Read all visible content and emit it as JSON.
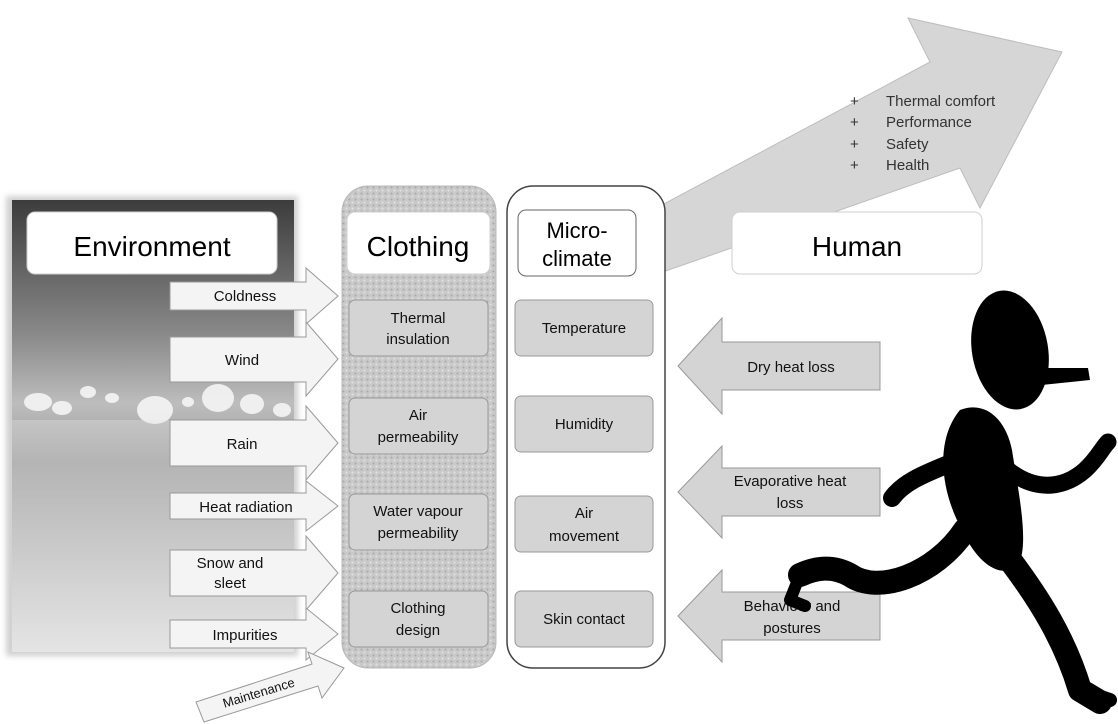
{
  "nodes": {
    "environment": "Environment",
    "clothing": "Clothing",
    "microclimate_line1": "Micro-",
    "microclimate_line2": "climate",
    "human": "Human"
  },
  "outcomes": {
    "bullet": "+",
    "items": [
      "Thermal comfort",
      "Performance",
      "Safety",
      "Health"
    ]
  },
  "environment_factors": {
    "coldness": "Coldness",
    "wind": "Wind",
    "rain": "Rain",
    "heat_radiation": "Heat radiation",
    "snow_line1": "Snow and",
    "snow_line2": "sleet",
    "impurities": "Impurities",
    "maintenance": "Maintenance"
  },
  "clothing_properties": {
    "thermal_line1": "Thermal",
    "thermal_line2": "insulation",
    "air_line1": "Air",
    "air_line2": "permeability",
    "vapour_line1": "Water vapour",
    "vapour_line2": "permeability",
    "design_line1": "Clothing",
    "design_line2": "design"
  },
  "microclimate_factors": {
    "temperature": "Temperature",
    "humidity": "Humidity",
    "air_movement_line1": "Air",
    "air_movement_line2": "movement",
    "skin_contact": "Skin contact"
  },
  "human_factors": {
    "dry_heat_loss": "Dry heat loss",
    "evap_line1": "Evaporative heat",
    "evap_line2": "loss",
    "behaviour_line1": "Behaviour and",
    "behaviour_line2": "postures"
  }
}
